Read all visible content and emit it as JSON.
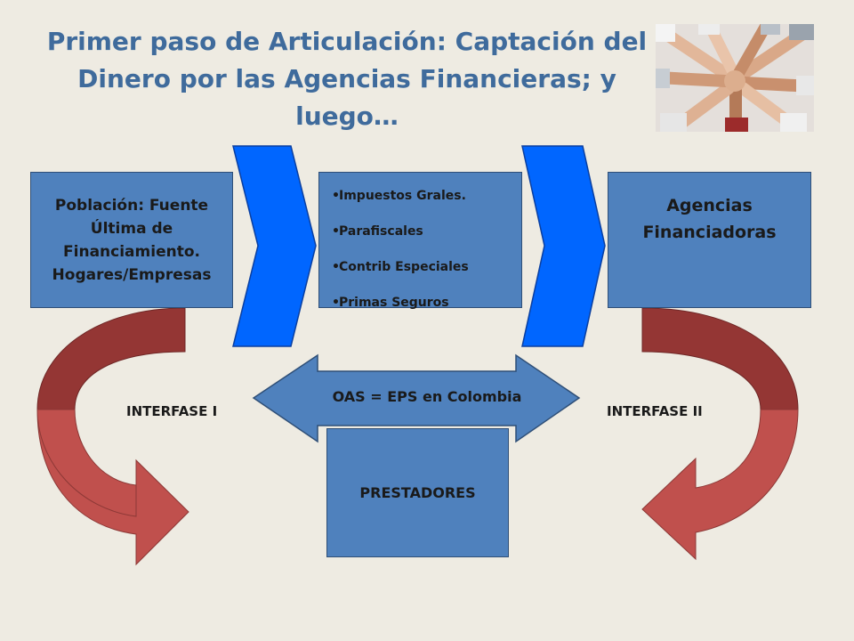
{
  "title": "Primer paso de Articulación: Captación del Dinero por las Agencias Financieras; y luego…",
  "photo": {
    "icon": "joined-hands-photo"
  },
  "boxes": {
    "source": "Población: Fuente Última de Financiamiento. Hogares/Empresas",
    "sources_list": [
      "Impuestos Grales.",
      "Parafiscales",
      "Contrib Especiales",
      "Primas Seguros"
    ],
    "agencies": "Agencias Financiadoras",
    "providers": "PRESTADORES"
  },
  "center_arrow": {
    "label": "OAS = EPS en Colombia"
  },
  "interfaces": {
    "left": "INTERFASE I",
    "right": "INTERFASE II"
  },
  "colors": {
    "box_fill": "#4f81bd",
    "chevron_fill": "#0066ff",
    "curved_arrow_fill": "#c0504d",
    "curved_arrow_dark": "#943634",
    "title_color": "#3f6b9c",
    "background": "#eeebe2"
  }
}
